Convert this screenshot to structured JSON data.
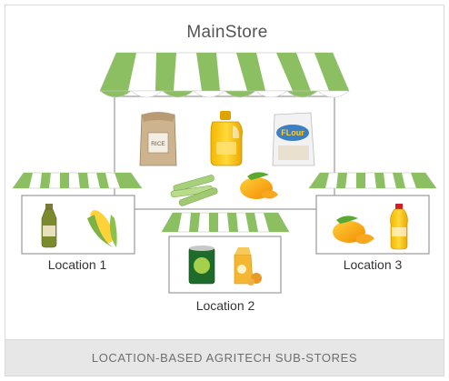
{
  "main_store": {
    "title": "MainStore",
    "products": [
      "rice-bag-icon",
      "oil-jug-icon",
      "flour-bag-icon",
      "sugarcane-icon",
      "mango-icon"
    ]
  },
  "locations": [
    {
      "label": "Location 1",
      "products": [
        "oil-bottle-icon",
        "corn-icon"
      ]
    },
    {
      "label": "Location 2",
      "products": [
        "can-icon",
        "juice-carton-icon"
      ]
    },
    {
      "label": "Location 3",
      "products": [
        "mango-icon",
        "oil-bottle-icon"
      ]
    }
  ],
  "product_text": {
    "rice": "RICE",
    "flour": "FLour"
  },
  "caption": "LOCATION-BASED AGRITECH SUB-STORES",
  "colors": {
    "awning_green": "#8cbf62",
    "awning_white": "#ffffff",
    "outline": "#9a9a9a",
    "caption_bg": "#e7e7e7"
  }
}
